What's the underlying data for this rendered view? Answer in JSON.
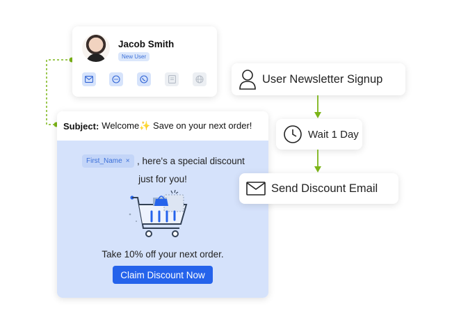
{
  "profile": {
    "name": "Jacob Smith",
    "badge": "New User",
    "channels": [
      {
        "icon": "email-icon",
        "active": true
      },
      {
        "icon": "chat-icon",
        "active": true
      },
      {
        "icon": "whatsapp-icon",
        "active": true
      },
      {
        "icon": "document-icon",
        "active": false
      },
      {
        "icon": "globe-icon",
        "active": false
      }
    ]
  },
  "email": {
    "subject_label": "Subject:",
    "subject_text": "Welcome✨ Save on your next order!",
    "merge_tag": "First_Name",
    "merge_tag_remove": "×",
    "body_line1": ", here's a special discount",
    "body_line2": "just for you!",
    "offer": "Take 10% off your next order.",
    "cta": "Claim Discount Now"
  },
  "workflow": {
    "steps": [
      {
        "label": "User Newsletter Signup",
        "icon": "user-icon"
      },
      {
        "label": "Wait 1 Day",
        "icon": "clock-icon"
      },
      {
        "label": "Send Discount Email",
        "icon": "mail-icon"
      }
    ]
  },
  "colors": {
    "accent": "#2563eb",
    "connector": "#7cb518",
    "email_bg": "#d5e2fb"
  }
}
